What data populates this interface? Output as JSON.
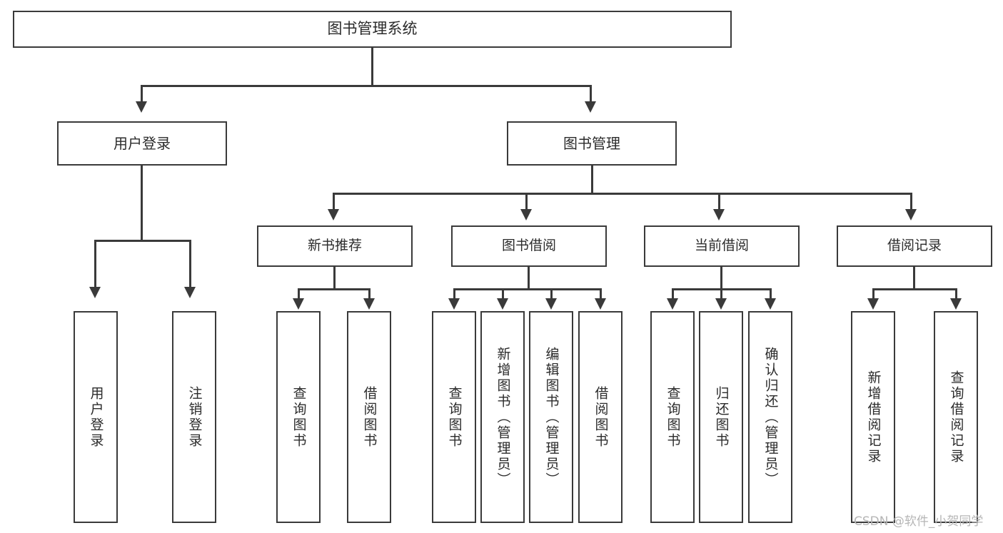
{
  "diagram": {
    "title": "图书管理系统",
    "type": "hierarchy-tree",
    "watermark": "CSDN @软件_小贺同学",
    "colors": {
      "background": "#ffffff",
      "border": "#3a3a3a",
      "text": "#2b2b2b",
      "watermark": "#b6b6b6"
    },
    "root": {
      "label": "图书管理系统"
    },
    "level2": [
      {
        "label": "用户登录"
      },
      {
        "label": "图书管理"
      }
    ],
    "level3": [
      {
        "label": "新书推荐"
      },
      {
        "label": "图书借阅"
      },
      {
        "label": "当前借阅"
      },
      {
        "label": "借阅记录"
      }
    ],
    "leaves": {
      "user_login": [
        {
          "label": "用户登录"
        },
        {
          "label": "注销登录"
        }
      ],
      "new_book_recommend": [
        {
          "label": "查询图书"
        },
        {
          "label": "借阅图书"
        }
      ],
      "book_borrow": [
        {
          "label": "查询图书"
        },
        {
          "label": "新增图书（管理员）"
        },
        {
          "label": "编辑图书（管理员）"
        },
        {
          "label": "借阅图书"
        }
      ],
      "current_borrow": [
        {
          "label": "查询图书"
        },
        {
          "label": "归还图书"
        },
        {
          "label": "确认归还（管理员）"
        }
      ],
      "borrow_record": [
        {
          "label": "新增借阅记录"
        },
        {
          "label": "查询借阅记录"
        }
      ]
    }
  }
}
